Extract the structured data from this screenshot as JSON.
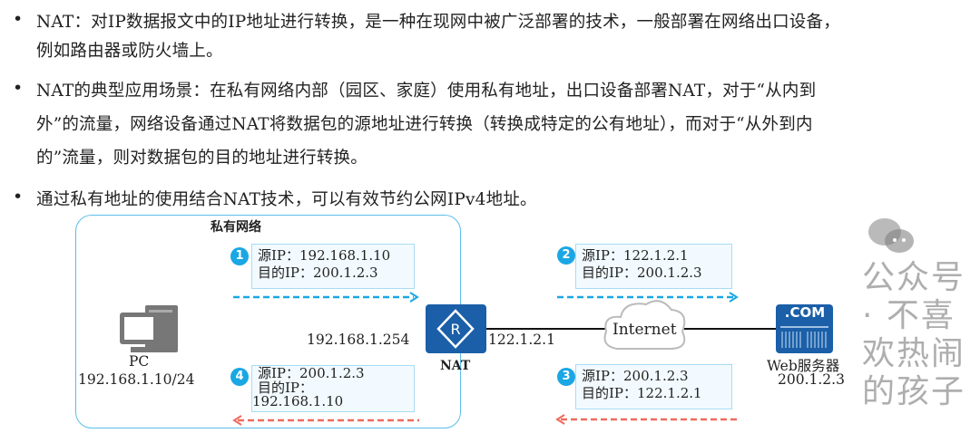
{
  "bullets": [
    {
      "lines": [
        "NAT：对IP数据报文中的IP地址进行转换，是一种在现网中被广泛部署的技术，一般部署在网络出口设备，",
        "例如路由器或防火墙上。"
      ]
    },
    {
      "lines": [
        "NAT的典型应用场景：在私有网络内部（园区、家庭）使用私有地址，出口设备部署NAT，对于“从内到",
        "外”的流量，网络设备通过NAT将数据包的源地址进行转换（转换成特定的公有地址），而对于“从外到内",
        "的”流量，则对数据包的目的地址进行转换。"
      ]
    },
    {
      "lines": [
        "通过私有地址的使用结合NAT技术，可以有效节约公网IPv4地址。"
      ]
    }
  ],
  "bullet_symbol": "•",
  "diagram": {
    "private_network_label": "私有网络",
    "pc": {
      "name": "PC",
      "ip": "192.168.1.10/24"
    },
    "nat": {
      "name": "NAT",
      "inside_ip": "192.168.1.254",
      "outside_ip": "122.1.2.1",
      "icon_letter": "R"
    },
    "internet_label": "Internet",
    "server": {
      "icon_text": ".COM",
      "name": "Web服务器",
      "ip": "200.1.2.3"
    },
    "packets": [
      {
        "step": "1",
        "src": "源IP：192.168.1.10",
        "dst": "目的IP：200.1.2.3"
      },
      {
        "step": "2",
        "src": "源IP：122.1.2.1",
        "dst": "目的IP：200.1.2.3"
      },
      {
        "step": "3",
        "src": "源IP：200.1.2.3",
        "dst": "目的IP：122.1.2.1"
      },
      {
        "step": "4",
        "src": "源IP：200.1.2.3",
        "dst": "目的IP：",
        "dst2": "192.168.1.10"
      }
    ],
    "colors": {
      "outbound": "#1aa7e4",
      "inbound": "#ee6b5e",
      "router": "#1a5fa8"
    }
  },
  "watermark": "公众号 · 不喜欢热闹的孩子"
}
